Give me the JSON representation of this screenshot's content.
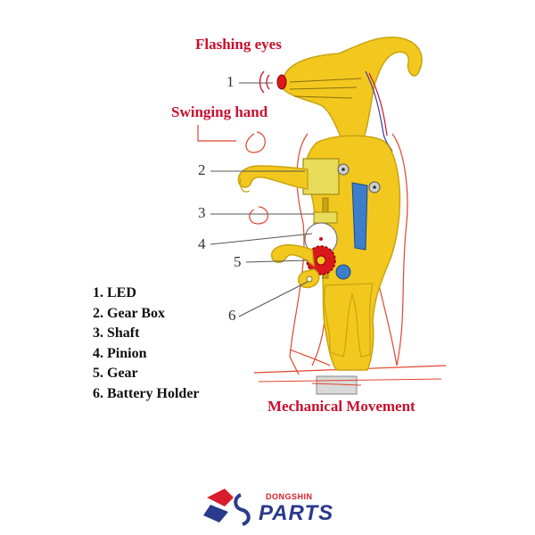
{
  "annotations": {
    "flashing_eyes": "Flashing eyes",
    "swinging_hand": "Swinging hand",
    "mechanical_movement": "Mechanical Movement"
  },
  "callouts": [
    "1",
    "2",
    "3",
    "4",
    "5",
    "6"
  ],
  "legend": [
    "1. LED",
    "2. Gear Box",
    "3. Shaft",
    "4. Pinion",
    "5. Gear",
    "6. Battery Holder"
  ],
  "logo": {
    "brand_top": "DONGSHIN",
    "brand_main": "PARTS",
    "icon": "dongshin-ds-logo-icon"
  },
  "colors": {
    "annotation": "#c8102e",
    "body": "#f2c81f",
    "outline": "#c9a410",
    "red_outline": "#e0452e",
    "gear_red": "#d9181d",
    "blue": "#3c7ec9",
    "logo_red": "#d81e2a",
    "logo_blue": "#2a3a8c"
  }
}
